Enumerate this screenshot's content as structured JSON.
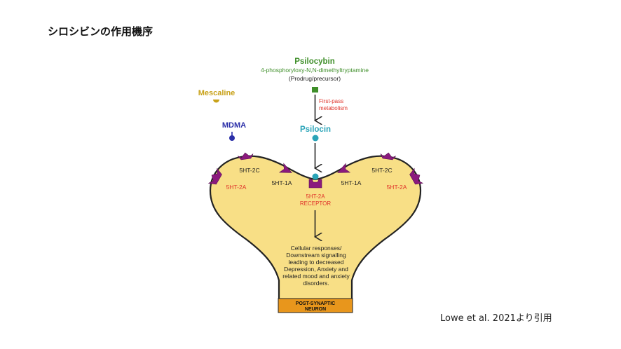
{
  "slide": {
    "title": "シロシビンの作用機序",
    "citation": "Lowe et al. 2021より引用"
  },
  "diagram": {
    "psilocybin": {
      "name": "Psilocybin",
      "chemical": "4-phosphoryloxy-N,N-dimethyltryptamine",
      "role": "(Prodrug/precursor)"
    },
    "first_pass": [
      "First-pass",
      "metabolism"
    ],
    "psilocin": "Psilocin",
    "mescaline": "Mescaline",
    "mdma": "MDMA",
    "receptors": {
      "left_2c": "5HT-2C",
      "left_2a": "5HT-2A",
      "left_1a": "5HT-1A",
      "right_1a": "5HT-1A",
      "right_2c": "5HT-2C",
      "right_2a": "5HT-2A"
    },
    "central_receptor": [
      "5HT-2A",
      "RECEPTOR"
    ],
    "downstream": [
      "Cellular responses/",
      "Downstream signalling",
      "leading to decreased",
      "Depression, Anxiety and",
      "related mood and anxiety",
      "disorders."
    ],
    "neuron_label": [
      "POST-SYNAPTIC",
      "NEURON"
    ],
    "colors": {
      "psilocybin": "#3f8f2a",
      "psilocin": "#2aa4b8",
      "mescaline": "#c8a21a",
      "mdma": "#2b2fa8",
      "receptor": "#8b1a7e",
      "red_label": "#e0352b",
      "neuron_fill": "#f8df86",
      "neuron_base": "#e8961c"
    }
  }
}
